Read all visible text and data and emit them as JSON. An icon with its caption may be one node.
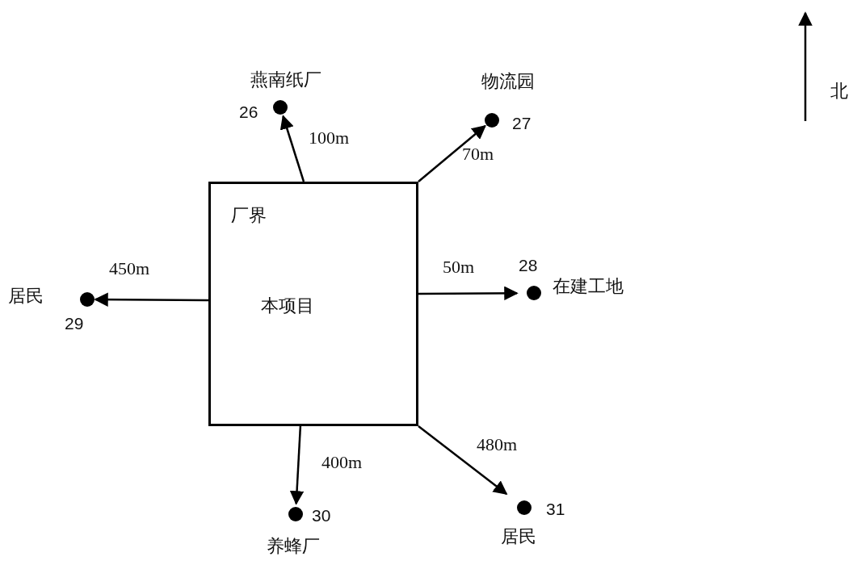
{
  "diagram": {
    "nodes": [
      {
        "text": [
          "厂界",
          "本项目"
        ]
      },
      {
        "text": [
          "燕南纸厂",
          "26"
        ]
      },
      {
        "text": [
          "物流园",
          "27"
        ]
      },
      {
        "text": [
          "28",
          "在建工地"
        ]
      },
      {
        "text": [
          "居民",
          "29"
        ]
      },
      {
        "text": [
          "30",
          "养蜂厂"
        ]
      },
      {
        "text": [
          "31",
          "居民"
        ]
      }
    ],
    "edges": [
      {
        "from": 0,
        "to": 1,
        "arrow": "to",
        "label": "100m"
      },
      {
        "from": 0,
        "to": 2,
        "arrow": "to",
        "label": "70m"
      },
      {
        "from": 0,
        "to": 3,
        "arrow": "to",
        "label": "50m"
      },
      {
        "from": 0,
        "to": 4,
        "arrow": "to",
        "label": "450m"
      },
      {
        "from": 0,
        "to": 5,
        "arrow": "to",
        "label": "400m"
      },
      {
        "from": 0,
        "to": 6,
        "arrow": "to",
        "label": "480m"
      }
    ],
    "labels": [
      "北"
    ]
  }
}
